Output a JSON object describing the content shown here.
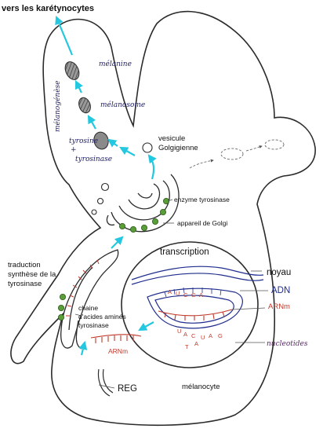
{
  "colors": {
    "outline": "#2b2b2b",
    "arrow": "#23c8e0",
    "enzyme": "#5a9e3a",
    "rna": "#c0392b",
    "dna": "#1f2d8c",
    "pigment": "#8a8a8a"
  },
  "labels": {
    "top_arrow": "vers les karétynocytes",
    "melanine": "mélanine",
    "melanogenese": "mélanogénèse",
    "melanosome": "mélanosome",
    "tyrosine": "tyrosine",
    "plus": "+",
    "tyrosinase_hand": "tyrosinase",
    "vesicule_l1": "vesicule",
    "vesicule_l2": "Golgigienne",
    "enzyme": "enzyme tyrosinase",
    "golgi": "appareil de Golgi",
    "traduction_l1": "traduction",
    "traduction_l2": "synthèse de la",
    "traduction_l3": "tyrosinase",
    "transcription": "transcription",
    "noyau": "noyau",
    "adn": "ADN",
    "arnm_right": "ARNm",
    "chaine_l1": "chaine",
    "chaine_l2": "d'acides aminés",
    "chaine_l3": "tyrosinase",
    "arnm_left": "ARNm",
    "nucleotides": "nucleotides",
    "reg": "REG",
    "melanocyte": "mélanocyte",
    "nuc_letters": [
      "A",
      "U",
      "C",
      "G",
      "A",
      "U",
      "A",
      "C",
      "U",
      "A",
      "G",
      "A",
      "T"
    ]
  }
}
